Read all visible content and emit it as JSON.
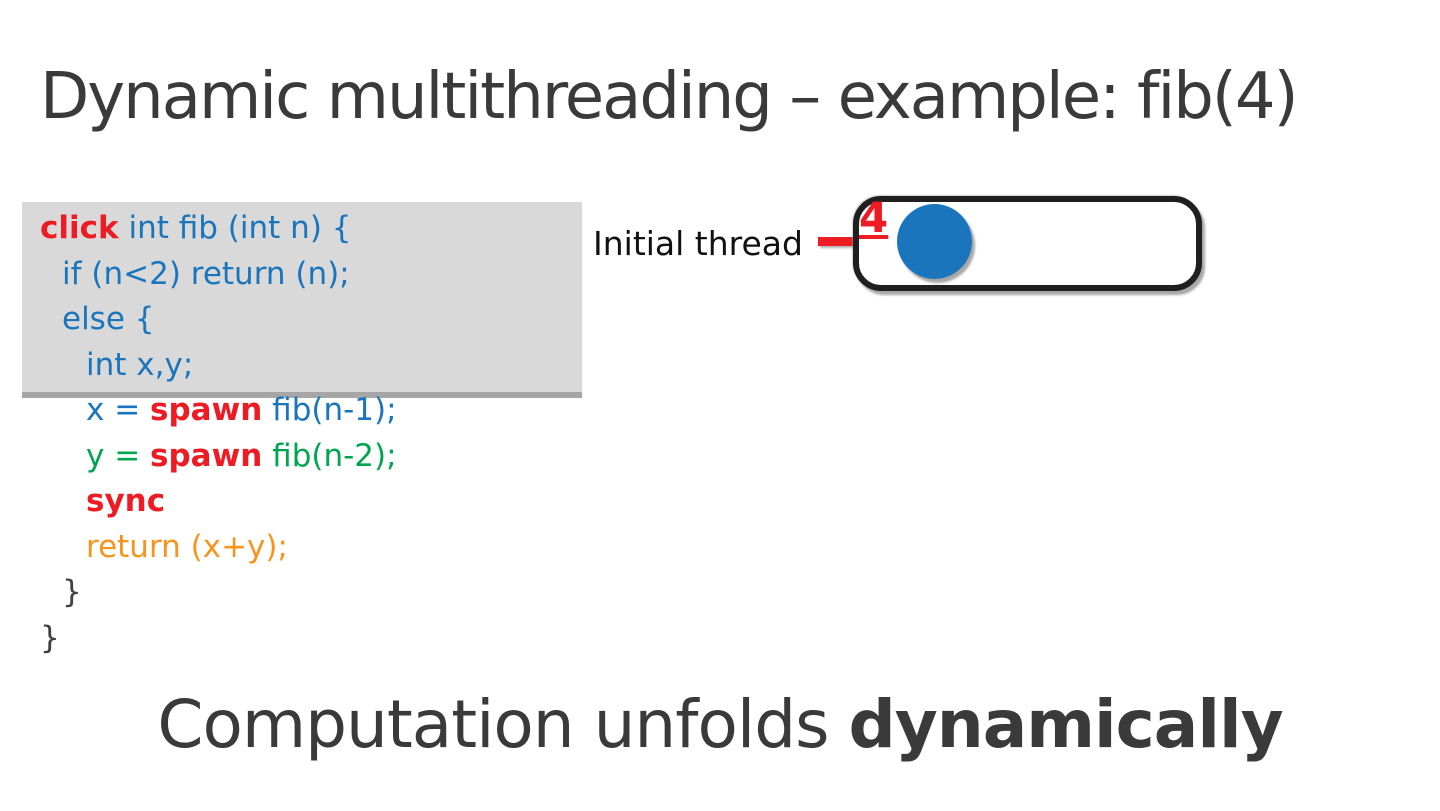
{
  "title": "Dynamic multithreading – example: fib(4)",
  "colors": {
    "red": "#ed1c24",
    "blue": "#1b75bc",
    "green": "#00a64f",
    "orange": "#f7941d",
    "dark": "#404040",
    "box_bg": "#d9d9d9",
    "box_edge": "#a6a6a6",
    "circle_blue": "#1b75bc",
    "title_gray": "#3a3a3a"
  },
  "code": {
    "lines": [
      {
        "indent": 0,
        "segments": [
          {
            "text": "click",
            "color": "red",
            "bold": true
          },
          {
            "text": " int fib (int n) {",
            "color": "blue"
          }
        ]
      },
      {
        "indent": 1,
        "segments": [
          {
            "text": "if (n<2) return (n);",
            "color": "blue"
          }
        ]
      },
      {
        "indent": 1,
        "segments": [
          {
            "text": "else {",
            "color": "blue"
          }
        ]
      },
      {
        "indent": 2,
        "segments": [
          {
            "text": "int x,y;",
            "color": "blue"
          }
        ]
      },
      {
        "indent": 2,
        "segments": [
          {
            "text": "x = ",
            "color": "blue"
          },
          {
            "text": "spawn",
            "color": "red",
            "bold": true
          },
          {
            "text": " fib(n-1);",
            "color": "blue"
          }
        ]
      },
      {
        "indent": 2,
        "segments": [
          {
            "text": "y = ",
            "color": "green"
          },
          {
            "text": "spawn",
            "color": "red",
            "bold": true
          },
          {
            "text": " fib(n-2);",
            "color": "green"
          }
        ]
      },
      {
        "indent": 2,
        "segments": [
          {
            "text": "sync",
            "color": "red",
            "bold": true
          }
        ]
      },
      {
        "indent": 2,
        "segments": [
          {
            "text": "return (x+y);",
            "color": "orange"
          }
        ]
      },
      {
        "indent": 1,
        "segments": [
          {
            "text": "}",
            "color": "dark"
          }
        ]
      },
      {
        "indent": 0,
        "segments": [
          {
            "text": "}",
            "color": "dark"
          }
        ]
      }
    ]
  },
  "diagram": {
    "label": "Initial thread",
    "node_value": "4"
  },
  "caption": {
    "regular": "Computation unfolds ",
    "bold": "dynamically"
  }
}
